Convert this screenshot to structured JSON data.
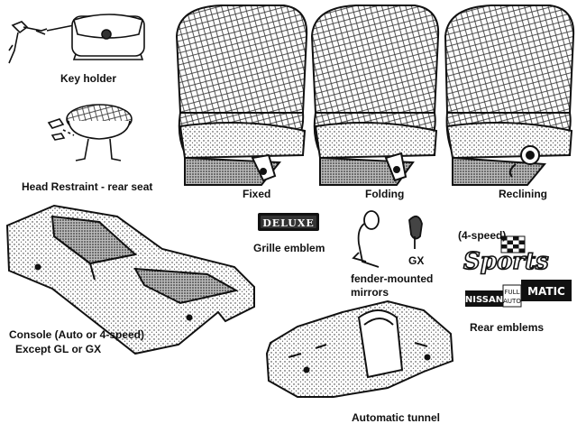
{
  "labels": {
    "key_holder": "Key holder",
    "head_restraint": "Head Restraint - rear seat",
    "fixed": "Fixed",
    "folding": "Folding",
    "reclining": "Reclining",
    "grille_emblem": "Grille emblem",
    "gx": "GX",
    "mirrors_line1": "fender-mounted",
    "mirrors_line2": "mirrors",
    "four_speed": "(4-speed)",
    "rear_emblems": "Rear emblems",
    "console_line1": "Console (Auto or 4-speed)",
    "console_line2": "Except GL or GX",
    "automatic_tunnel": "Automatic tunnel"
  },
  "emblems": {
    "deluxe": "DELUXE",
    "sports": "Sports",
    "nissan": "NISSAN",
    "full_auto_1": "FULL",
    "full_auto_2": "AUTO",
    "matic": "MATIC"
  },
  "colors": {
    "ink": "#111111",
    "paper": "#ffffff"
  }
}
